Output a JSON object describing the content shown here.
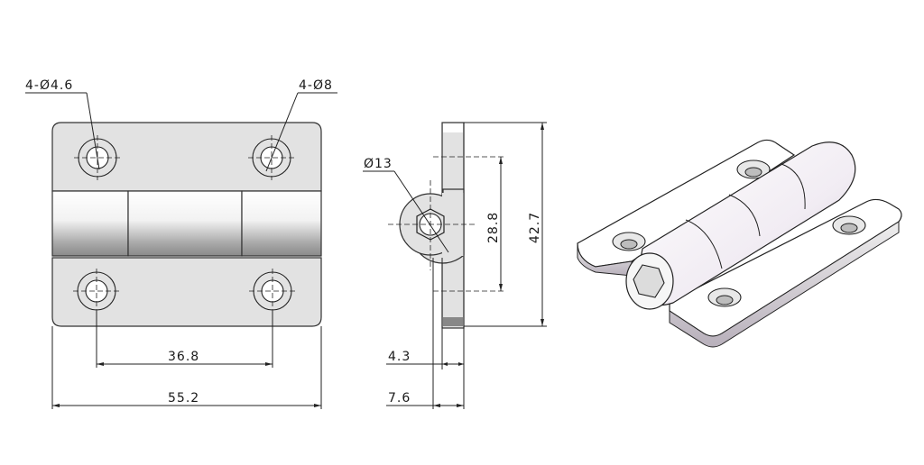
{
  "drawing": {
    "title": "Hinge technical drawing",
    "front_view": {
      "hole_small_label": "4-Ø4.6",
      "hole_large_label": "4-Ø8",
      "hole_spacing_label": "36.8",
      "overall_width_label": "55.2"
    },
    "side_view": {
      "knuckle_diameter_label": "Ø13",
      "hole_pitch_label": "28.8",
      "overall_height_label": "42.7",
      "leaf_thickness_label": "4.3",
      "overall_thickness_label": "7.6"
    },
    "iso_view": {
      "description": "Isometric 3D view of hinge with hex socket"
    },
    "colors": {
      "line": "#222222",
      "part_fill": "#e2e2e2",
      "iso_tint": "#ece6ee"
    }
  }
}
